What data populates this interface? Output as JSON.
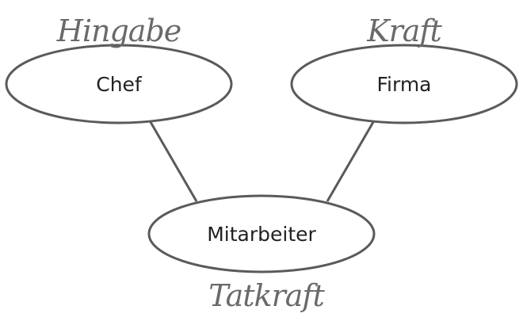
{
  "nodes": {
    "chef": {
      "label": "Chef",
      "annotation": "Hingabe"
    },
    "firma": {
      "label": "Firma",
      "annotation": "Kraft"
    },
    "mitarbeiter": {
      "label": "Mitarbeiter",
      "annotation": "Tatkraft"
    }
  },
  "edges": [
    {
      "from": "Chef",
      "to": "Mitarbeiter"
    },
    {
      "from": "Firma",
      "to": "Mitarbeiter"
    }
  ],
  "colors": {
    "stroke": "#5a5a5a",
    "text": "#222222",
    "script": "#6a6a6a"
  }
}
